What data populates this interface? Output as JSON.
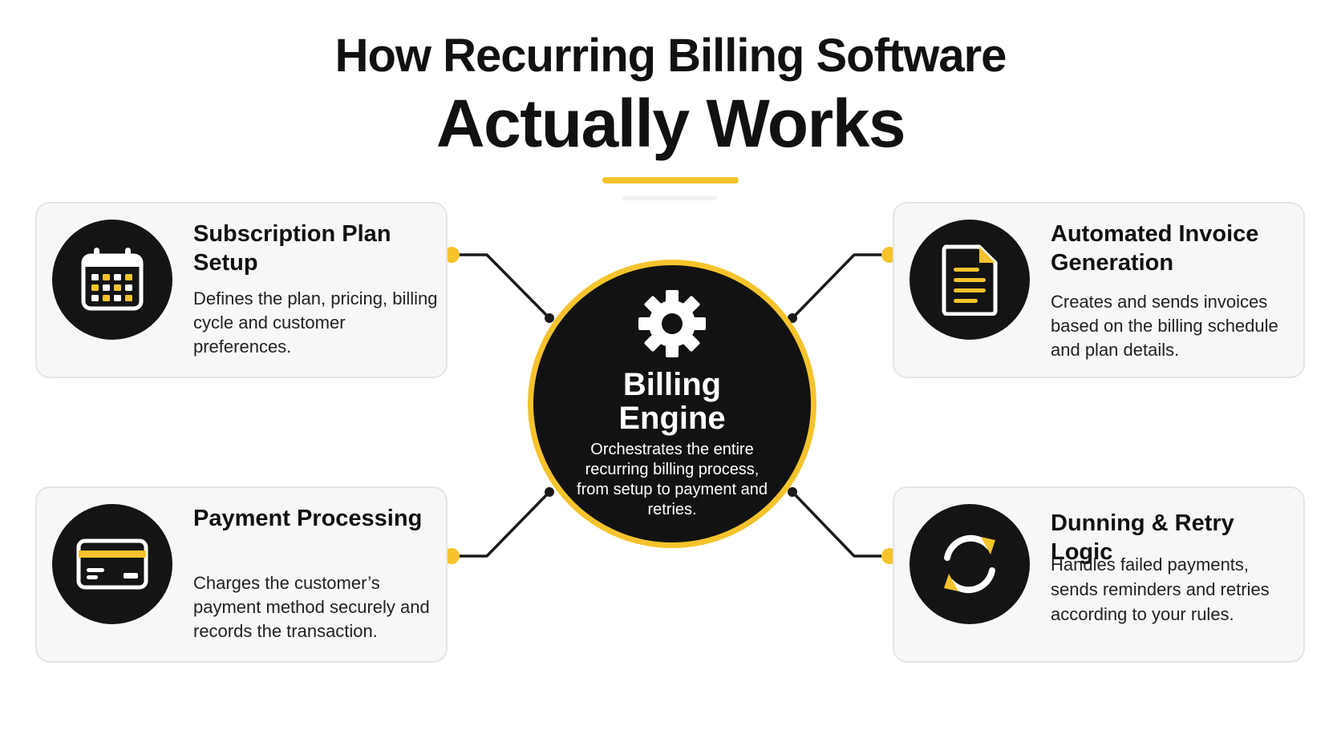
{
  "title": {
    "line1": "How Recurring Billing Software",
    "line2": "Actually Works"
  },
  "center": {
    "title": "Billing\nEngine",
    "description": "Orchestrates the entire recurring billing process, from setup to payment and retries.",
    "icon": "gear-icon"
  },
  "cards": [
    {
      "title": "Subscription Plan Setup",
      "description": "Defines the plan, pricing, billing cycle and customer preferences.",
      "icon": "calendar-icon"
    },
    {
      "title": "Automated Invoice Generation",
      "description": "Creates and sends invoices based on the billing schedule and plan details.",
      "icon": "invoice-document-icon"
    },
    {
      "title": "Payment Processing",
      "description": "Charges the customer’s payment method securely and records the transaction.",
      "icon": "credit-card-icon"
    },
    {
      "title": "Dunning & Retry Logic",
      "description": "Handles failed payments, sends reminders and retries according to your rules.",
      "icon": "retry-arrows-icon"
    }
  ],
  "colors": {
    "accent": "#f5c32c",
    "dark": "#141414",
    "card_background": "#f7f7f8",
    "card_border": "#e3e4e7"
  }
}
